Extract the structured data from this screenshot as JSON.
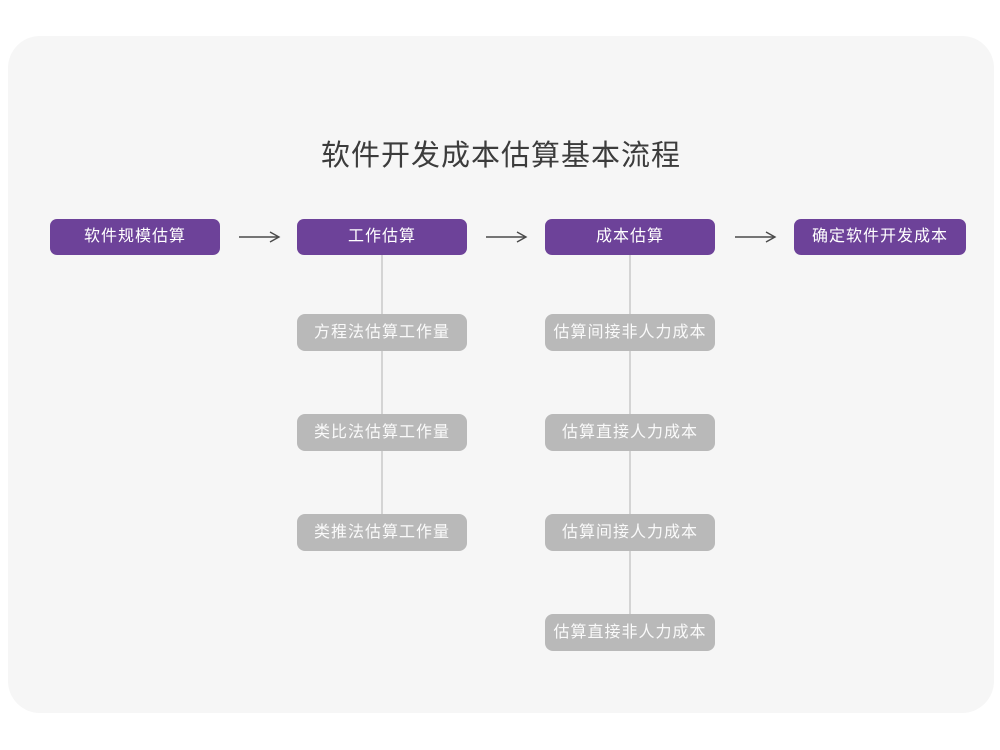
{
  "title": "软件开发成本估算基本流程",
  "colors": {
    "page_background": "#ffffff",
    "card_background": "#f6f6f6",
    "primary_node": "#6d4299",
    "sub_node": "#b9b9b9",
    "node_text": "#ffffff",
    "connector_line": "#d4d4d4",
    "arrow": "#4a4a4a",
    "title_text": "#3c3c3c"
  },
  "flow": {
    "main_nodes": [
      {
        "label": "软件规模估算"
      },
      {
        "label": "工作估算"
      },
      {
        "label": "成本估算"
      },
      {
        "label": "确定软件开发成本"
      }
    ],
    "sub_columns": [
      {
        "parent": "工作估算",
        "items": [
          {
            "label": "方程法估算工作量"
          },
          {
            "label": "类比法估算工作量"
          },
          {
            "label": "类推法估算工作量"
          }
        ]
      },
      {
        "parent": "成本估算",
        "items": [
          {
            "label": "估算间接非人力成本"
          },
          {
            "label": "估算直接人力成本"
          },
          {
            "label": "估算间接人力成本"
          },
          {
            "label": "估算直接非人力成本"
          }
        ]
      }
    ]
  }
}
